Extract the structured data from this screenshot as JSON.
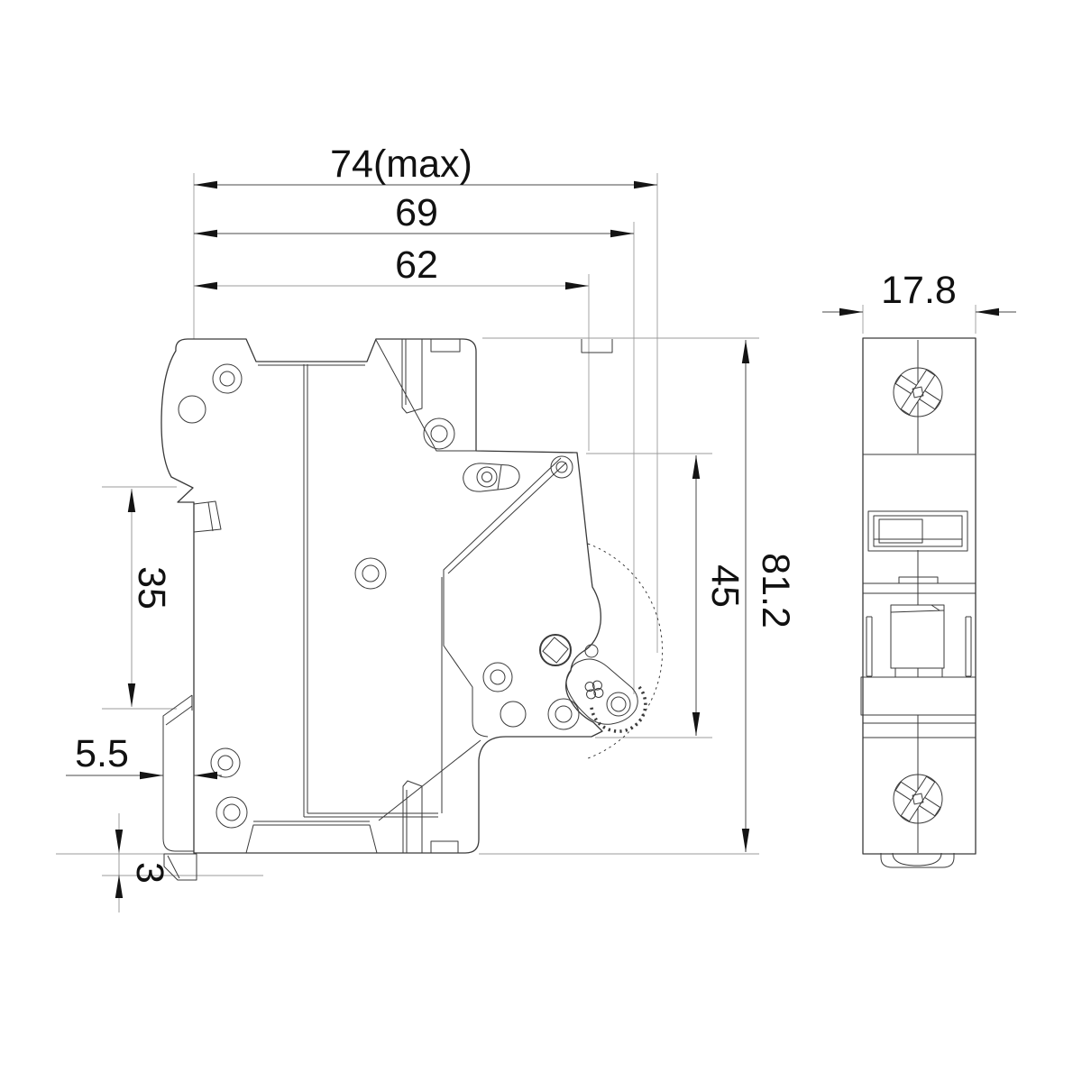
{
  "dimensions": {
    "depth_max": "74(max)",
    "depth_69": "69",
    "depth_62": "62",
    "height_overall": "81.2",
    "height_front": "45",
    "rail_span": "35",
    "clip_travel": "5.5",
    "clip_tab": "3",
    "module_width": "17.8"
  },
  "colors": {
    "background": "#ffffff",
    "drawing_line": "#3a3a3a",
    "dimension_line": "#4a4a4a",
    "extension_line": "#9b9b9b",
    "text": "#111111"
  }
}
